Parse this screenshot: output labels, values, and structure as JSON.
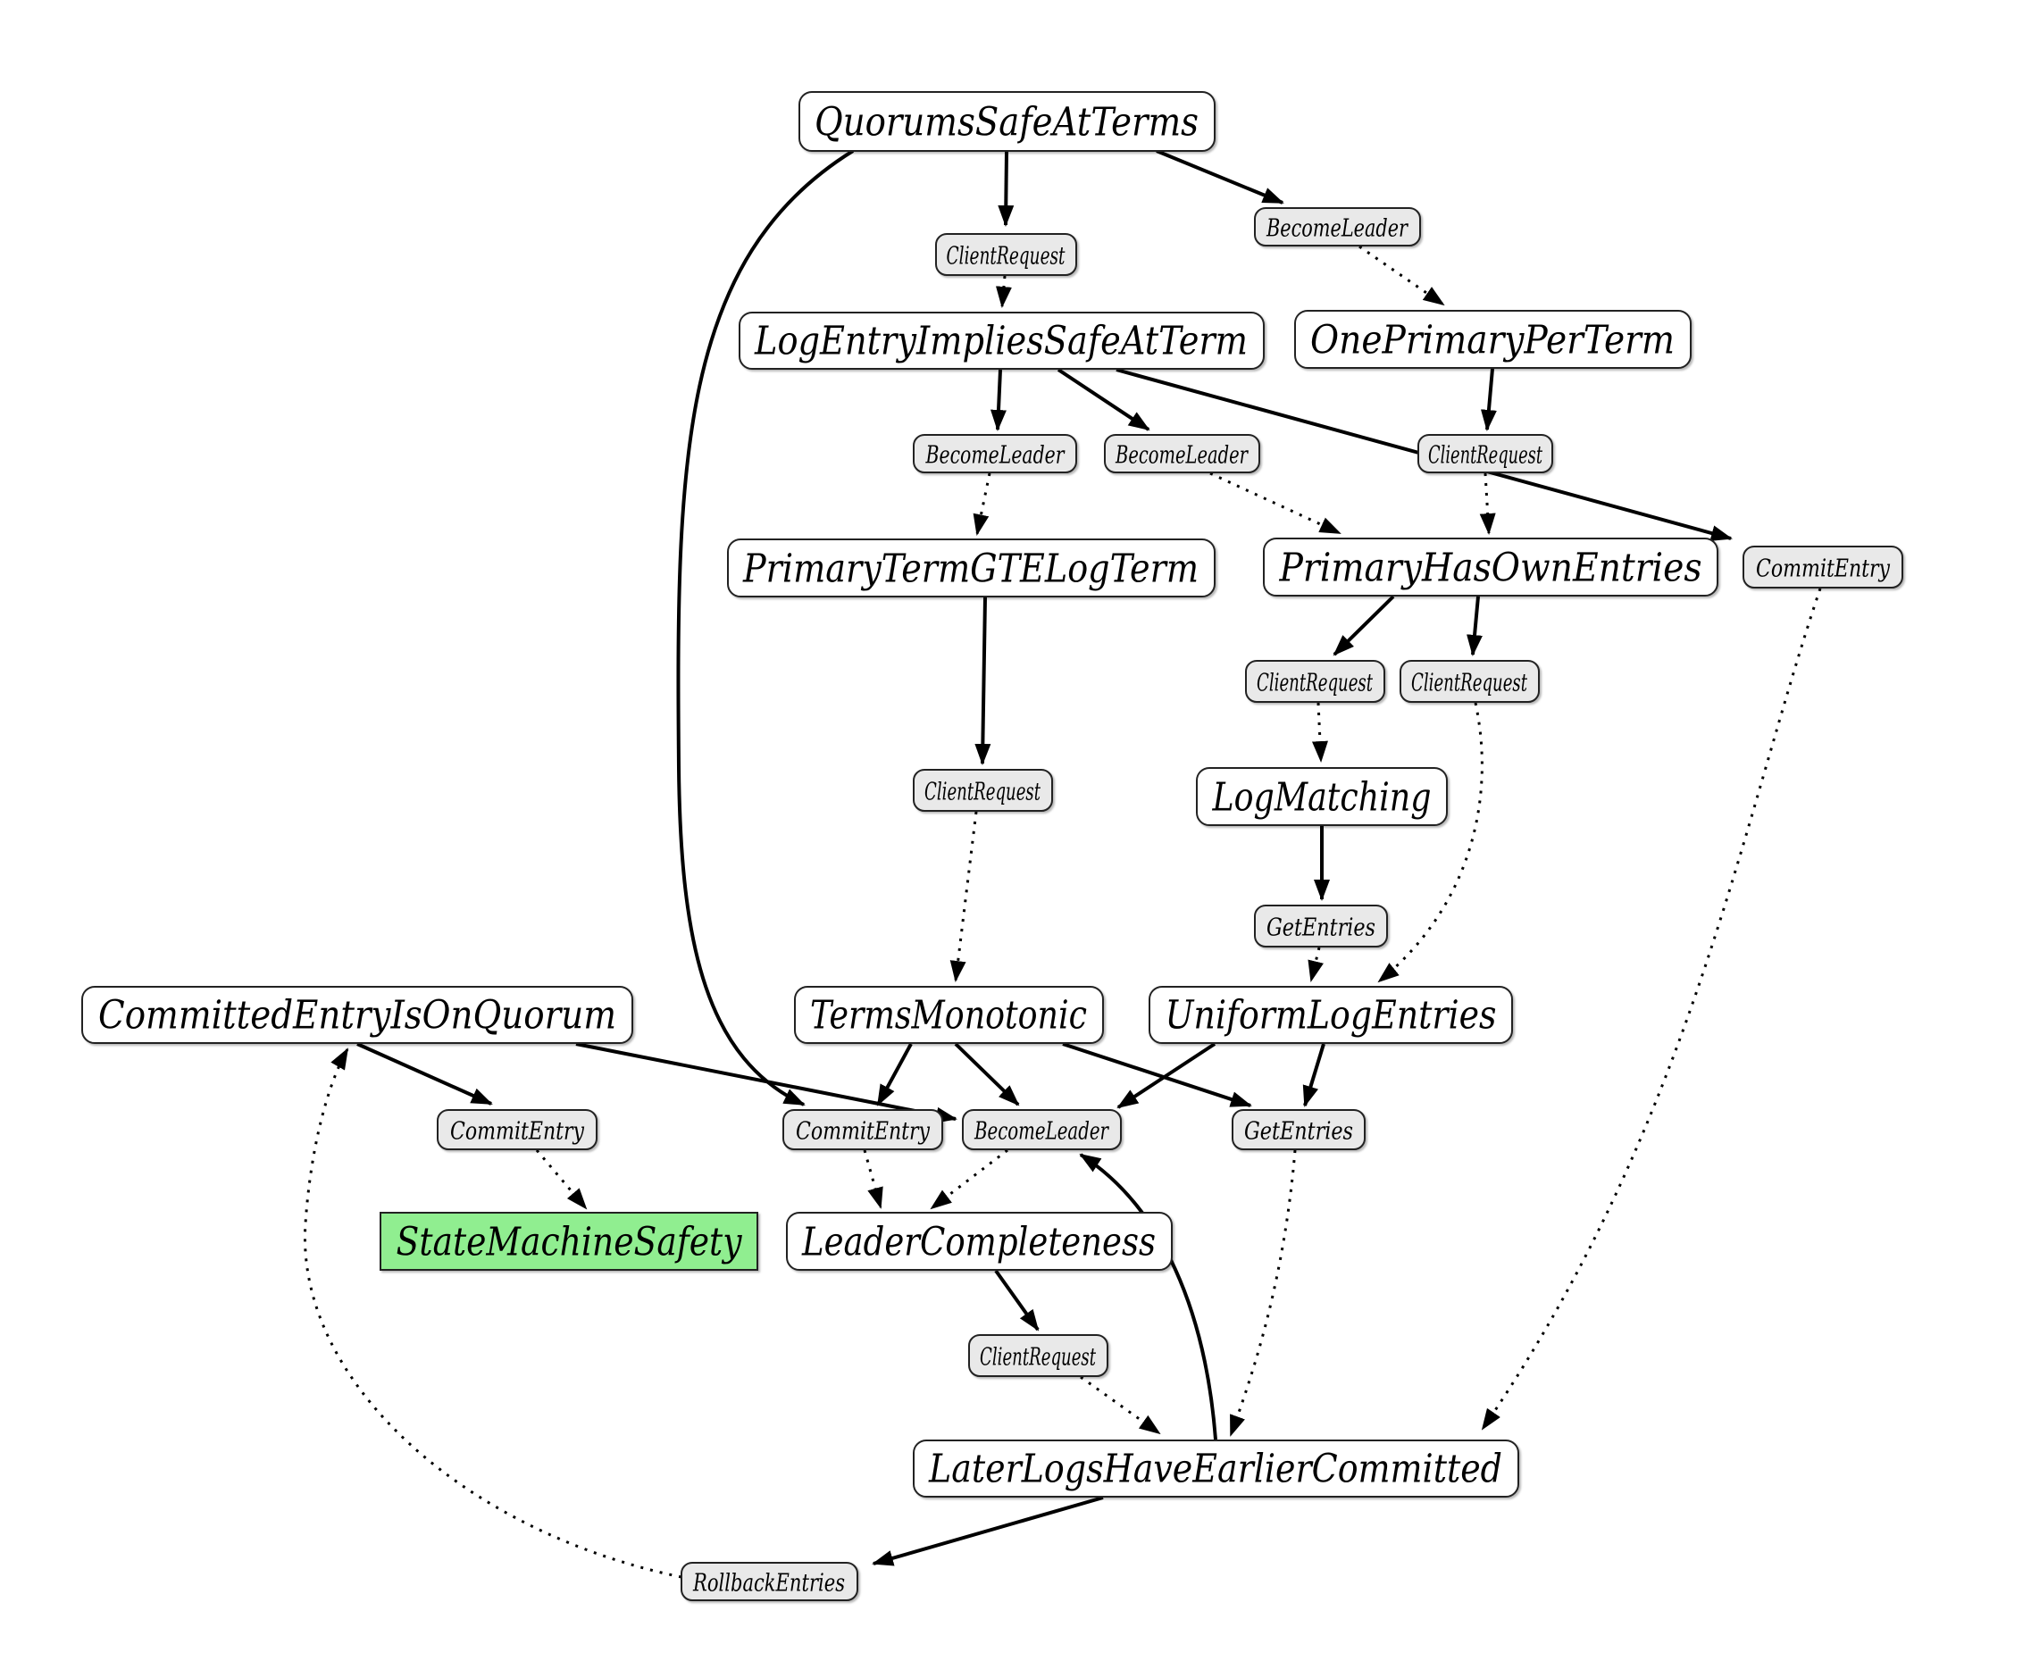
{
  "diagram": {
    "kind": "dependency-graph",
    "colors": {
      "background": "#ffffff",
      "invariant_fill": "#ffffff",
      "action_fill": "#e9e9e9",
      "safety_fill": "#90ee90",
      "edge_stroke": "#000000"
    },
    "nodes": {
      "qsat": {
        "label": "QuorumsSafeAtTerms",
        "kind": "invariant"
      },
      "cr_b1": {
        "label": "ClientRequest",
        "kind": "action"
      },
      "bl_b2": {
        "label": "BecomeLeader",
        "kind": "action"
      },
      "leist": {
        "label": "LogEntryImpliesSafeAtTerm",
        "kind": "invariant"
      },
      "oppt": {
        "label": "OnePrimaryPerTerm",
        "kind": "invariant"
      },
      "bl_l": {
        "label": "BecomeLeader",
        "kind": "action"
      },
      "bl_r": {
        "label": "BecomeLeader",
        "kind": "action"
      },
      "cr_d3": {
        "label": "ClientRequest",
        "kind": "action"
      },
      "ptgtelt": {
        "label": "PrimaryTermGTELogTerm",
        "kind": "invariant"
      },
      "phoe": {
        "label": "PrimaryHasOwnEntries",
        "kind": "invariant"
      },
      "ce_fr": {
        "label": "CommitEntry",
        "kind": "action"
      },
      "cr_f1": {
        "label": "ClientRequest",
        "kind": "action"
      },
      "cr_f2": {
        "label": "ClientRequest",
        "kind": "action"
      },
      "cr_g1": {
        "label": "ClientRequest",
        "kind": "action"
      },
      "lm": {
        "label": "LogMatching",
        "kind": "invariant"
      },
      "ge_h": {
        "label": "GetEntries",
        "kind": "action"
      },
      "ceioq": {
        "label": "CommittedEntryIsOnQuorum",
        "kind": "invariant"
      },
      "tm": {
        "label": "TermsMonotonic",
        "kind": "invariant"
      },
      "ule": {
        "label": "UniformLogEntries",
        "kind": "invariant"
      },
      "ce_i1": {
        "label": "CommitEntry",
        "kind": "action"
      },
      "ce_i2": {
        "label": "CommitEntry",
        "kind": "action"
      },
      "bl_i3": {
        "label": "BecomeLeader",
        "kind": "action"
      },
      "ge_i4": {
        "label": "GetEntries",
        "kind": "action"
      },
      "sms": {
        "label": "StateMachineSafety",
        "kind": "safety"
      },
      "lc": {
        "label": "LeaderCompleteness",
        "kind": "invariant"
      },
      "cr_k": {
        "label": "ClientRequest",
        "kind": "action"
      },
      "llhec": {
        "label": "LaterLogsHaveEarlierCommitted",
        "kind": "invariant"
      },
      "rb": {
        "label": "RollbackEntries",
        "kind": "action"
      }
    },
    "edges": [
      {
        "from": "qsat",
        "to": "cr_b1",
        "style": "solid"
      },
      {
        "from": "qsat",
        "to": "bl_b2",
        "style": "solid"
      },
      {
        "from": "qsat",
        "to": "ce_i2",
        "style": "solid"
      },
      {
        "from": "cr_b1",
        "to": "leist",
        "style": "dotted"
      },
      {
        "from": "bl_b2",
        "to": "oppt",
        "style": "dotted"
      },
      {
        "from": "leist",
        "to": "bl_l",
        "style": "solid"
      },
      {
        "from": "leist",
        "to": "bl_r",
        "style": "solid"
      },
      {
        "from": "leist",
        "to": "ce_fr",
        "style": "solid"
      },
      {
        "from": "oppt",
        "to": "cr_d3",
        "style": "solid"
      },
      {
        "from": "bl_l",
        "to": "ptgtelt",
        "style": "dotted"
      },
      {
        "from": "bl_r",
        "to": "phoe",
        "style": "dotted"
      },
      {
        "from": "cr_d3",
        "to": "phoe",
        "style": "dotted"
      },
      {
        "from": "ptgtelt",
        "to": "cr_g1",
        "style": "solid"
      },
      {
        "from": "phoe",
        "to": "cr_f1",
        "style": "solid"
      },
      {
        "from": "phoe",
        "to": "cr_f2",
        "style": "solid"
      },
      {
        "from": "cr_f1",
        "to": "lm",
        "style": "dotted"
      },
      {
        "from": "cr_f2",
        "to": "ule",
        "style": "dotted"
      },
      {
        "from": "lm",
        "to": "ge_h",
        "style": "solid"
      },
      {
        "from": "ge_h",
        "to": "ule",
        "style": "dotted"
      },
      {
        "from": "cr_g1",
        "to": "tm",
        "style": "dotted"
      },
      {
        "from": "ce_fr",
        "to": "llhec",
        "style": "dotted"
      },
      {
        "from": "ceioq",
        "to": "ce_i1",
        "style": "solid"
      },
      {
        "from": "ceioq",
        "to": "bl_i3",
        "style": "solid"
      },
      {
        "from": "tm",
        "to": "ce_i2",
        "style": "solid"
      },
      {
        "from": "tm",
        "to": "bl_i3",
        "style": "solid"
      },
      {
        "from": "tm",
        "to": "ge_i4",
        "style": "solid"
      },
      {
        "from": "ule",
        "to": "bl_i3",
        "style": "solid"
      },
      {
        "from": "ule",
        "to": "ge_i4",
        "style": "solid"
      },
      {
        "from": "ce_i1",
        "to": "sms",
        "style": "dotted"
      },
      {
        "from": "ce_i2",
        "to": "lc",
        "style": "dotted"
      },
      {
        "from": "bl_i3",
        "to": "lc",
        "style": "dotted"
      },
      {
        "from": "ge_i4",
        "to": "llhec",
        "style": "dotted"
      },
      {
        "from": "lc",
        "to": "cr_k",
        "style": "solid"
      },
      {
        "from": "cr_k",
        "to": "llhec",
        "style": "dotted"
      },
      {
        "from": "llhec",
        "to": "bl_i3",
        "style": "solid"
      },
      {
        "from": "llhec",
        "to": "rb",
        "style": "solid"
      },
      {
        "from": "rb",
        "to": "ceioq",
        "style": "dotted"
      }
    ]
  }
}
